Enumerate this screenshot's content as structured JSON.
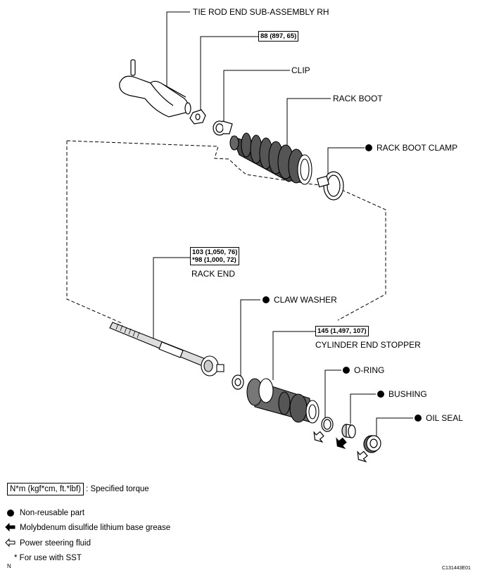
{
  "parts": {
    "tie_rod_end": "TIE ROD END SUB-ASSEMBLY RH",
    "clip": "CLIP",
    "rack_boot": "RACK BOOT",
    "rack_boot_clamp": "RACK BOOT CLAMP",
    "rack_end": "RACK END",
    "claw_washer": "CLAW WASHER",
    "cylinder_end_stopper": "CYLINDER END STOPPER",
    "o_ring": "O-RING",
    "bushing": "BUSHING",
    "oil_seal": "OIL SEAL"
  },
  "torques": {
    "tie_rod_nut": "88 (897, 65)",
    "rack_end_1": "103 (1,050, 76)",
    "rack_end_2": "*98 (1,000, 72)",
    "cylinder_end_stopper": "145 (1,497, 107)"
  },
  "legend": {
    "torque_unit": "N*m (kgf*cm, ft.*lbf)",
    "torque_desc": ": Specified torque",
    "non_reusable": "Non-reusable part",
    "moly_grease": "Molybdenum disulfide lithium base grease",
    "ps_fluid": "Power steering fluid",
    "sst": "* For use with SST"
  },
  "corner_left": "N",
  "corner_right": "C131443E01"
}
